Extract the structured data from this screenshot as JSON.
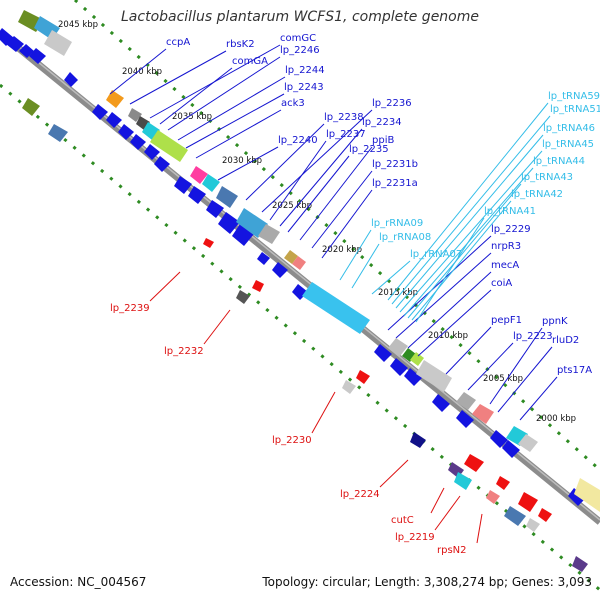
{
  "title": "Lactobacillus plantarum WCFS1, complete genome",
  "footer": {
    "accession": "Accession: NC_004567",
    "topology": "Topology: circular; Length: 3,308,274 bp; Genes: 3,093"
  },
  "colors": {
    "backbone": "#8c8c8c",
    "tick": "#2e8b22",
    "forward_label": "#1515d0",
    "rna_label": "#33bde8",
    "reverse_label": "#dd1111",
    "cds": "#1414e0",
    "reverse_cds": "#ee1111"
  },
  "ruler": [
    "2045 kbp",
    "2040 kbp",
    "2035 kbp",
    "2030 kbp",
    "2025 kbp",
    "2020 kbp",
    "2015 kbp",
    "2010 kbp",
    "2005 kbp",
    "2000 kbp"
  ],
  "forward_labels": [
    "ccpA",
    "rbsK2",
    "comGC",
    "comGA",
    "lp_2246",
    "lp_2244",
    "lp_2243",
    "ack3",
    "lp_2240",
    "lp_2238",
    "lp_2236",
    "lp_2237",
    "lp_2234",
    "lp_2235",
    "ppiB",
    "lp_2231b",
    "lp_2231a",
    "lp_2229",
    "nrpR3",
    "mecA",
    "coiA",
    "pepF1",
    "lp_2223",
    "ppnK",
    "rluD2",
    "pts17A"
  ],
  "rna_labels": [
    "lp_tRNA59",
    "lp_tRNA51",
    "lp_tRNA46",
    "lp_tRNA45",
    "lp_tRNA44",
    "lp_tRNA43",
    "lp_tRNA42",
    "lp_tRNA41",
    "lp_rRNA09",
    "lp_rRNA08",
    "lp_rRNA07"
  ],
  "reverse_labels": [
    "lp_2239",
    "lp_2232",
    "lp_2230",
    "lp_2224",
    "cutC",
    "lp_2219",
    "rpsN2"
  ]
}
